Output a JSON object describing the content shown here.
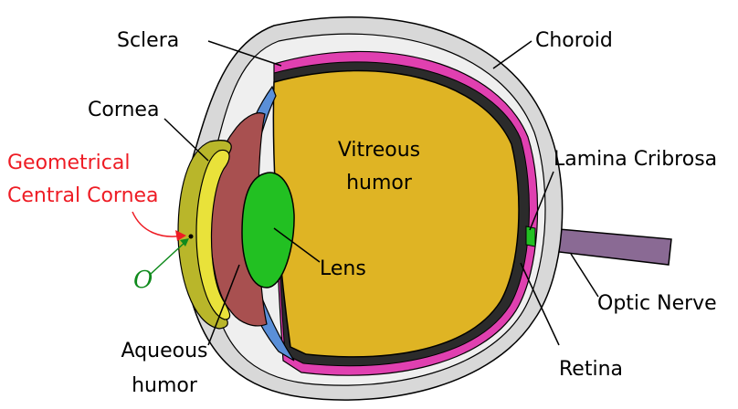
{
  "labels": {
    "sclera": "Sclera",
    "choroid": "Choroid",
    "cornea": "Cornea",
    "geometrical_central_cornea_line1": "Geometrical",
    "geometrical_central_cornea_line2": "Central Cornea",
    "vitreous_line1": "Vitreous",
    "vitreous_line2": "humor",
    "lamina_cribrosa": "Lamina Cribrosa",
    "lens": "Lens",
    "point_o": "O",
    "optic_nerve": "Optic Nerve",
    "aqueous_line1": "Aqueous",
    "aqueous_line2": "humor",
    "retina": "Retina"
  },
  "colors": {
    "sclera_outer": "#d8d8d8",
    "sclera_inner": "#efefef",
    "choroid": "#e040b0",
    "retina_dark": "#2b2b2b",
    "vitreous": "#dfb424",
    "cornea_olive": "#b9b62a",
    "cornea_yellow": "#e9e23a",
    "aqueous": "#a85050",
    "ciliary_blue": "#5a8fd8",
    "lens": "#22c022",
    "optic_nerve": "#8a6a94",
    "label_red": "#ee1c24",
    "label_green": "#0f8a1c"
  }
}
